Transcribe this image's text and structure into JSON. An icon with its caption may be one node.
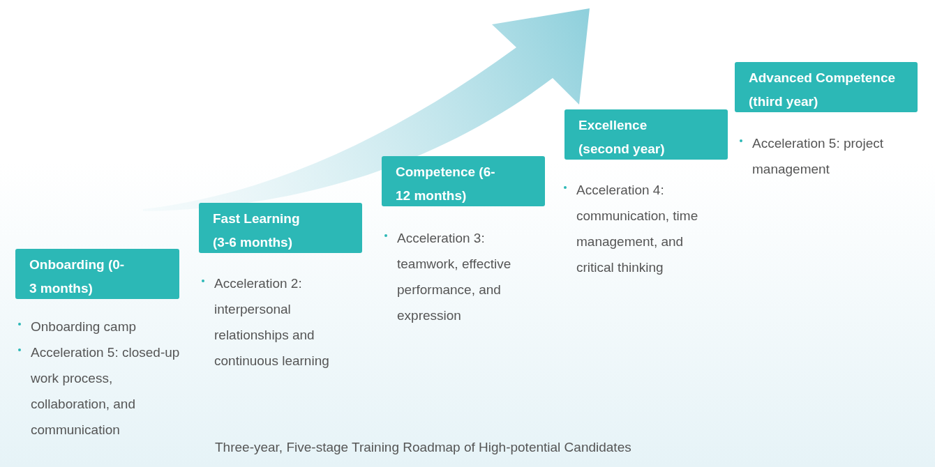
{
  "diagram": {
    "caption": "Three-year, Five-stage Training Roadmap of High-potential Candidates",
    "nodes": [
      {
        "text": [
          "Onboarding (0-3 months)"
        ],
        "beside": [
          "Onboarding camp",
          "Acceleration 5: closed-up work process, collaboration, and communication"
        ]
      },
      {
        "text": [
          "Fast Learning (3-6 months)"
        ],
        "beside": [
          "Acceleration 2: interpersonal relationships and continuous learning"
        ]
      },
      {
        "text": [
          "Competence (6-12 months)"
        ],
        "beside": [
          "Acceleration 3: teamwork, effective performance, and expression"
        ]
      },
      {
        "text": [
          "Excellence (second year)"
        ],
        "beside": [
          "Acceleration 4: communication, time management, and critical thinking"
        ]
      },
      {
        "text": [
          "Advanced Competence (third year)"
        ],
        "beside": [
          "Acceleration 5: project management"
        ]
      }
    ]
  }
}
